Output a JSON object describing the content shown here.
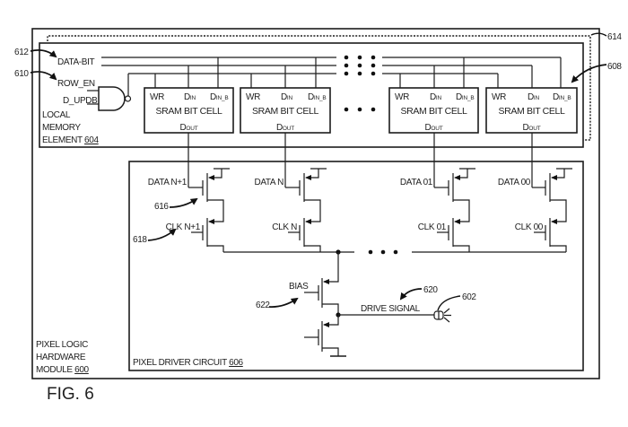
{
  "figure": {
    "caption": "FIG. 6"
  },
  "module": {
    "lines": [
      "PIXEL LOGIC",
      "HARDWARE",
      "MODULE "
    ],
    "ref": "600"
  },
  "local_memory": {
    "lines": [
      "LOCAL",
      "MEMORY",
      "ELEMENT "
    ],
    "ref": "604"
  },
  "signals": {
    "data_bit": "DATA-BIT",
    "row_en": "ROW_EN",
    "d_updb": "D_UPDB"
  },
  "sram_cells": [
    {
      "wr": "WR",
      "din": "D",
      "din_sub": "IN",
      "din_b": "D",
      "din_b_sub": "IN_B",
      "title": "SRAM BIT CELL",
      "dout": "D",
      "dout_sub": "OUT"
    },
    {
      "wr": "WR",
      "din": "D",
      "din_sub": "IN",
      "din_b": "D",
      "din_b_sub": "IN_B",
      "title": "SRAM BIT CELL",
      "dout": "D",
      "dout_sub": "OUT"
    },
    {
      "wr": "WR",
      "din": "D",
      "din_sub": "IN",
      "din_b": "D",
      "din_b_sub": "IN_B",
      "title": "SRAM BIT CELL",
      "dout": "D",
      "dout_sub": "OUT"
    },
    {
      "wr": "WR",
      "din": "D",
      "din_sub": "IN",
      "din_b": "D",
      "din_b_sub": "IN_B",
      "title": "SRAM BIT CELL",
      "dout": "D",
      "dout_sub": "OUT"
    }
  ],
  "pixel_driver": {
    "label": "PIXEL DRIVER CIRCUIT ",
    "ref": "606",
    "columns": [
      {
        "data": "DATA N+1",
        "clk": "CLK N+1"
      },
      {
        "data": "DATA N",
        "clk": "CLK N"
      },
      {
        "data": "DATA 01",
        "clk": "CLK 01"
      },
      {
        "data": "DATA 00",
        "clk": "CLK 00"
      }
    ],
    "bias": "BIAS",
    "drive_signal": "DRIVE SIGNAL"
  },
  "reference_numerals": {
    "r612": "612",
    "r610": "610",
    "r614": "614",
    "r608": "608",
    "r616": "616",
    "r618": "618",
    "r622": "622",
    "r620": "620",
    "r602": "602"
  },
  "colors": {
    "line": "#1c1c1c",
    "background": "#ffffff"
  }
}
